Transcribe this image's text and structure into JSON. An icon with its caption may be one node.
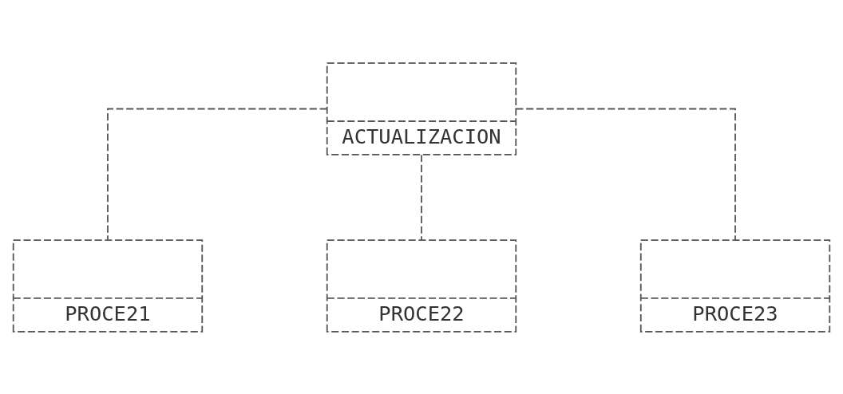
{
  "diagram": {
    "nodes": [
      {
        "text": [
          "ACTUALIZACION"
        ]
      },
      {
        "text": [
          "PROCE21"
        ]
      },
      {
        "text": [
          "PROCE22"
        ]
      },
      {
        "text": [
          "PROCE23"
        ]
      }
    ],
    "edges": [
      {
        "from": 0,
        "to": 1,
        "arrow": "none",
        "style": "dashed"
      },
      {
        "from": 0,
        "to": 2,
        "arrow": "none",
        "style": "dashed"
      },
      {
        "from": 0,
        "to": 3,
        "arrow": "none",
        "style": "dashed"
      }
    ]
  }
}
